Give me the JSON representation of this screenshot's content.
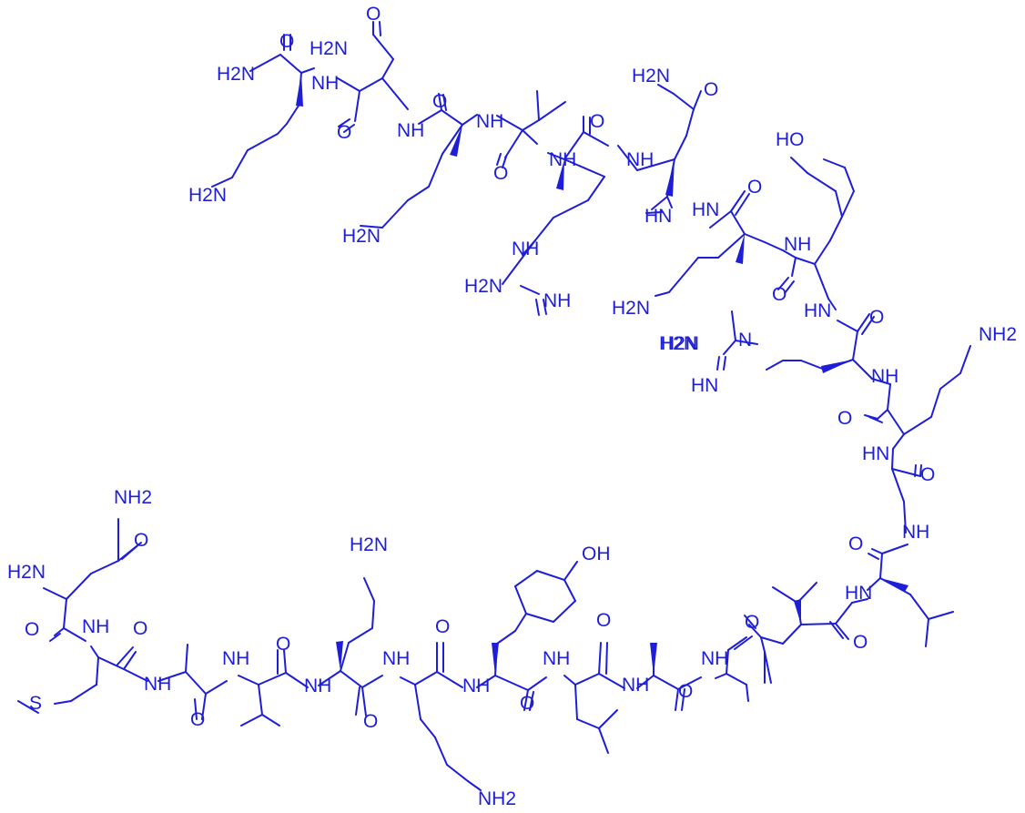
{
  "structure": {
    "color": "#1e1ed6",
    "labels": {
      "a1": "H2N",
      "a2": "O",
      "a3": "NH",
      "a4": "H2N",
      "a5": "O",
      "a6": "H2N",
      "a7": "O",
      "a8": "NH",
      "a9": "O",
      "a10": "NH",
      "a11": "H2N",
      "a12": "O",
      "a13": "NH",
      "a14": "NH",
      "a15": "O",
      "a16": "H2N",
      "a17": "NH",
      "a18": "O",
      "a19": "HN",
      "a20": "O",
      "a21": "HN",
      "a22": "H2N",
      "a23": "NH",
      "a24": "H2N",
      "a25": "NH",
      "a26": "O",
      "a27": "HO",
      "a28": "HN",
      "a29": "O",
      "a30": "H2N",
      "a31": "N",
      "a32": "H2N",
      "a33": "HN",
      "a34": "NH",
      "a35": "NH2",
      "a36": "O",
      "a37": "HN",
      "a38": "O",
      "a39": "NH",
      "a40": "O",
      "a41": "HN",
      "a42": "O",
      "a43": "NH2",
      "a44": "O",
      "a45": "H2N",
      "a46": "NH",
      "a47": "O",
      "a48": "NH",
      "a49": "O",
      "a50": "NH",
      "a51": "O",
      "a52": "S",
      "a53": "O",
      "a54": "H2N",
      "a55": "NH",
      "a56": "O",
      "a57": "NH",
      "a58": "O",
      "a59": "OH",
      "a60": "NH",
      "a61": "O",
      "a62": "NH",
      "a63": "O",
      "a64": "NH",
      "a65": "O",
      "a66": "NH",
      "a67": "O",
      "a68": "NH2"
    }
  }
}
